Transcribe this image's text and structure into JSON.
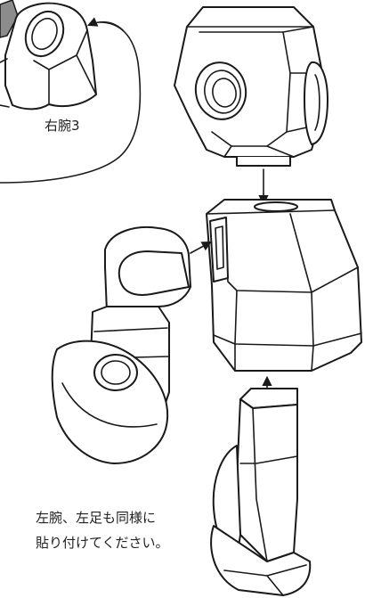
{
  "labels": {
    "right_arm_3": "右腕3",
    "note_line1": "左腕、左足も同様に",
    "note_line2": "貼り付けてください。"
  },
  "colors": {
    "ink": "#1a1a1a",
    "paper": "#ffffff",
    "grey_tab": "#8c8c8c"
  }
}
